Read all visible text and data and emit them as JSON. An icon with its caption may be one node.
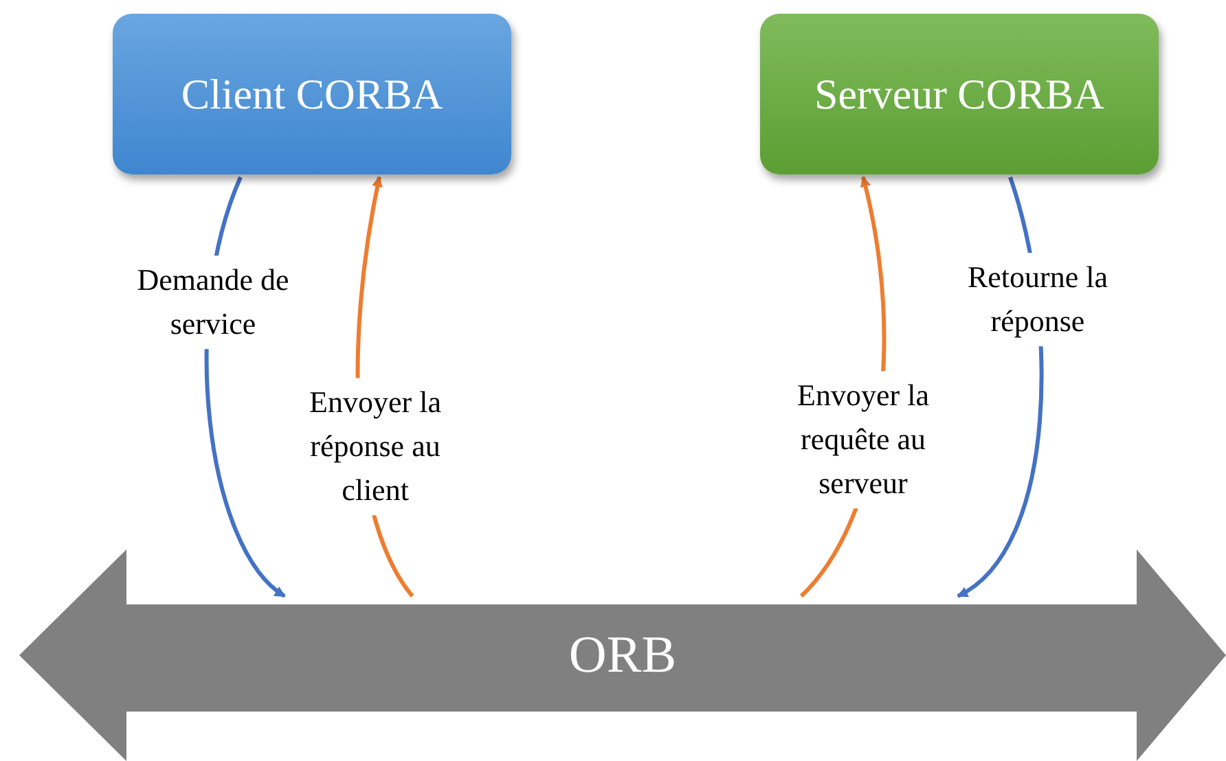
{
  "diagram": {
    "nodes": [
      {
        "text": [
          "Client CORBA"
        ]
      },
      {
        "text": [
          "Serveur CORBA"
        ]
      },
      {
        "text": [
          "ORB"
        ]
      }
    ],
    "edges": [
      {
        "from": 0,
        "to": 2,
        "arrow": "to",
        "label": "Demande de service",
        "color": "#4472c4"
      },
      {
        "from": 2,
        "to": 0,
        "arrow": "to",
        "label": "Envoyer la réponse au client",
        "color": "#ed7d31"
      },
      {
        "from": 2,
        "to": 1,
        "arrow": "to",
        "label": "Envoyer la requête au serveur",
        "color": "#ed7d31"
      },
      {
        "from": 1,
        "to": 2,
        "arrow": "to",
        "label": "Retourne la réponse",
        "color": "#4472c4"
      }
    ]
  }
}
